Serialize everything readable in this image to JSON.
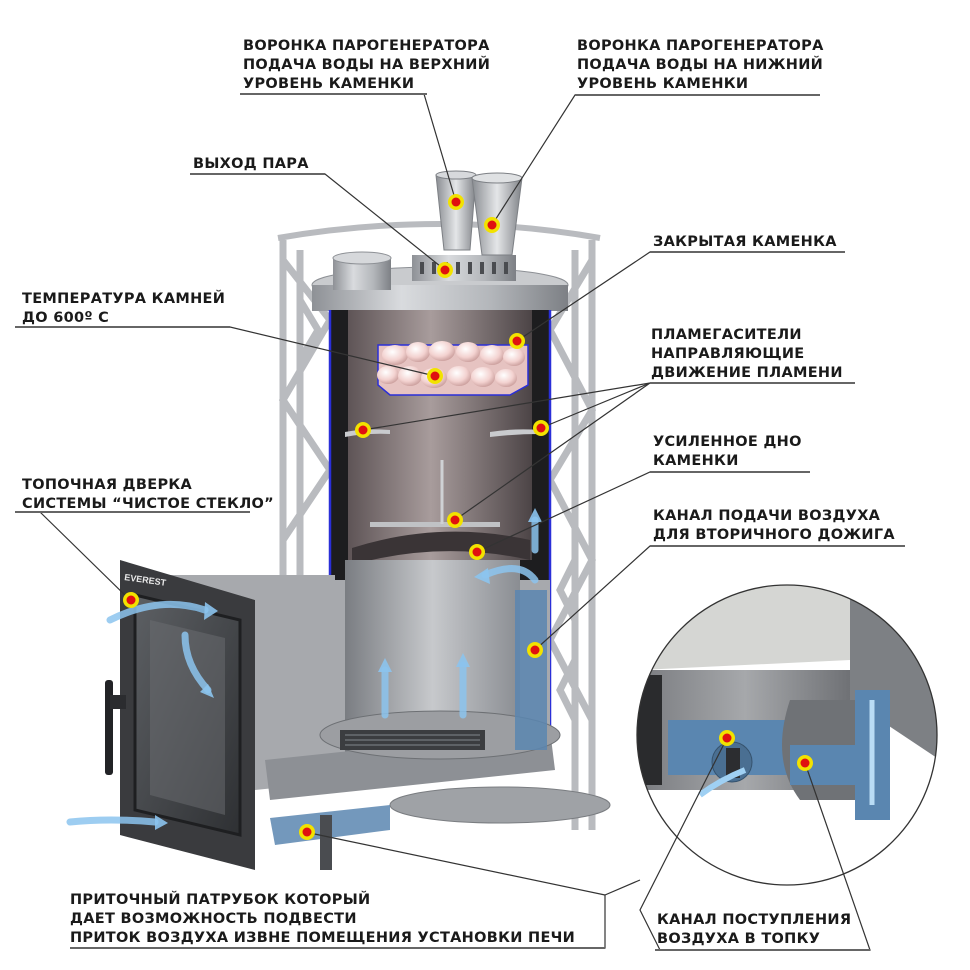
{
  "diagram": {
    "subject": "Sauna stove cutaway",
    "brand_mark": "EVEREST",
    "colors": {
      "marker_outer": "#f2e200",
      "marker_inner": "#e01010",
      "leader_line": "#333333",
      "underline": "#555555",
      "insulation_blue": "#2a2fd8",
      "air_channel": "#5a86b0",
      "airflow_arrow": "#8cc4ee",
      "steel": "#b8babd",
      "stones": "#f0c8c6",
      "firebox_dark": "#3a3a3c"
    }
  },
  "labels": {
    "funnel_upper": {
      "lines": [
        "ВОРОНКА ПАРОГЕНЕРАТОРА",
        "ПОДАЧА ВОДЫ НА ВЕРХНИЙ",
        "УРОВЕНЬ КАМЕНКИ"
      ]
    },
    "funnel_lower": {
      "lines": [
        "ВОРОНКА ПАРОГЕНЕРАТОРА",
        "ПОДАЧА ВОДЫ НА НИЖНИЙ",
        "УРОВЕНЬ КАМЕНКИ"
      ]
    },
    "steam_outlet": {
      "lines": [
        "ВЫХОД ПАРА"
      ]
    },
    "closed_heater": {
      "lines": [
        "ЗАКРЫТАЯ КАМЕНКА"
      ]
    },
    "stone_temperature": {
      "lines": [
        "ТЕМПЕРАТУРА КАМНЕЙ",
        "ДО 600º С"
      ]
    },
    "flame_arresters": {
      "lines": [
        "ПЛАМЕГАСИТЕЛИ",
        "НАПРАВЛЯЮЩИЕ",
        "ДВИЖЕНИЕ ПЛАМЕНИ"
      ]
    },
    "reinforced_bottom": {
      "lines": [
        "УСИЛЕННОЕ ДНО",
        "КАМЕНКИ"
      ]
    },
    "firebox_door": {
      "lines": [
        "ТОПОЧНАЯ ДВЕРКА",
        "СИСТЕМЫ “ЧИСТОЕ СТЕКЛО”"
      ]
    },
    "secondary_air_channel": {
      "lines": [
        "КАНАЛ ПОДАЧИ ВОЗДУХА",
        "ДЛЯ ВТОРИЧНОГО ДОЖИГА"
      ]
    },
    "inlet_pipe": {
      "lines": [
        "ПРИТОЧНЫЙ ПАТРУБОК КОТОРЫЙ",
        "ДАЕТ ВОЗМОЖНОСТЬ ПОДВЕСТИ",
        "ПРИТОК ВОЗДУХА ИЗВНЕ ПОМЕЩЕНИЯ УСТАНОВКИ ПЕЧИ"
      ]
    },
    "firebox_air_channel": {
      "lines": [
        "КАНАЛ ПОСТУПЛЕНИЯ",
        "ВОЗДУХА В ТОПКУ"
      ]
    }
  }
}
